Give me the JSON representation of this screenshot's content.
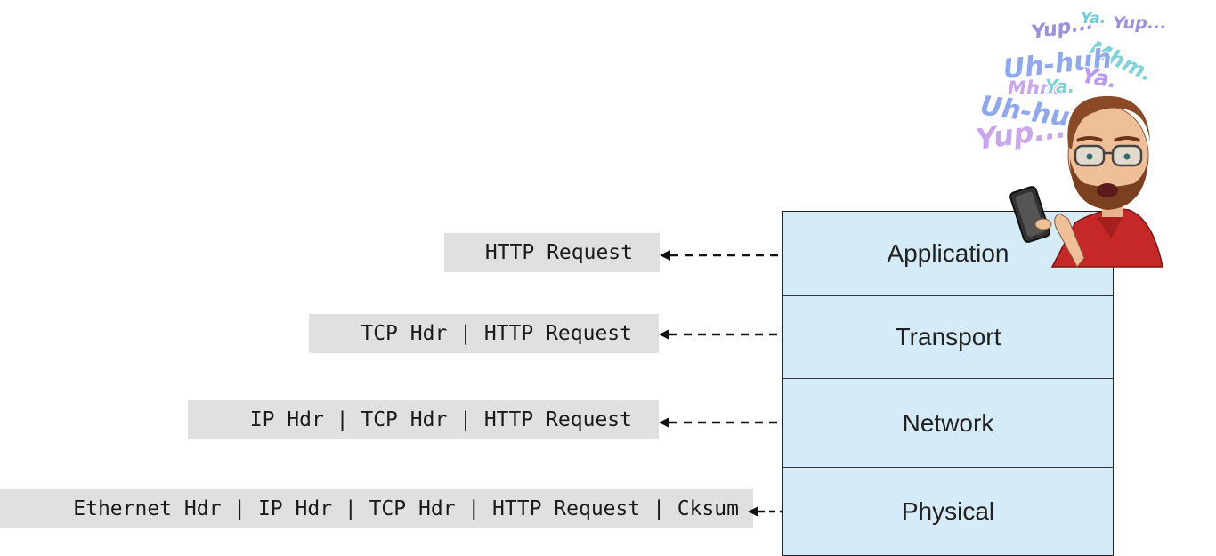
{
  "packets": {
    "application": "HTTP Request",
    "transport": "TCP Hdr | HTTP Request",
    "network": "IP Hdr | TCP Hdr | HTTP Request",
    "physical": "Ethernet Hdr | IP Hdr | TCP Hdr | HTTP Request | Cksum"
  },
  "layers": {
    "application": "Application",
    "transport": "Transport",
    "network": "Network",
    "physical": "Physical"
  },
  "bubbles": {
    "ya1": "Ya.",
    "yup1": "Yup...",
    "yup2": "Yup...",
    "mhm1": "Mhm.",
    "uhhuh1": "Uh-huh",
    "ya2": "Ya.",
    "mhm2": "Mhm.",
    "ya3": "Ya.",
    "uhhuh2": "Uh-huh.",
    "yup3": "Yup..."
  },
  "colors": {
    "layer_fill": "#d5ecf8",
    "packet_fill": "#e0e0e0",
    "shirt": "#c62828",
    "bubble_purple": "#9b8fe0",
    "bubble_teal": "#7fd3d8",
    "bubble_lilac": "#c9a6ee"
  }
}
